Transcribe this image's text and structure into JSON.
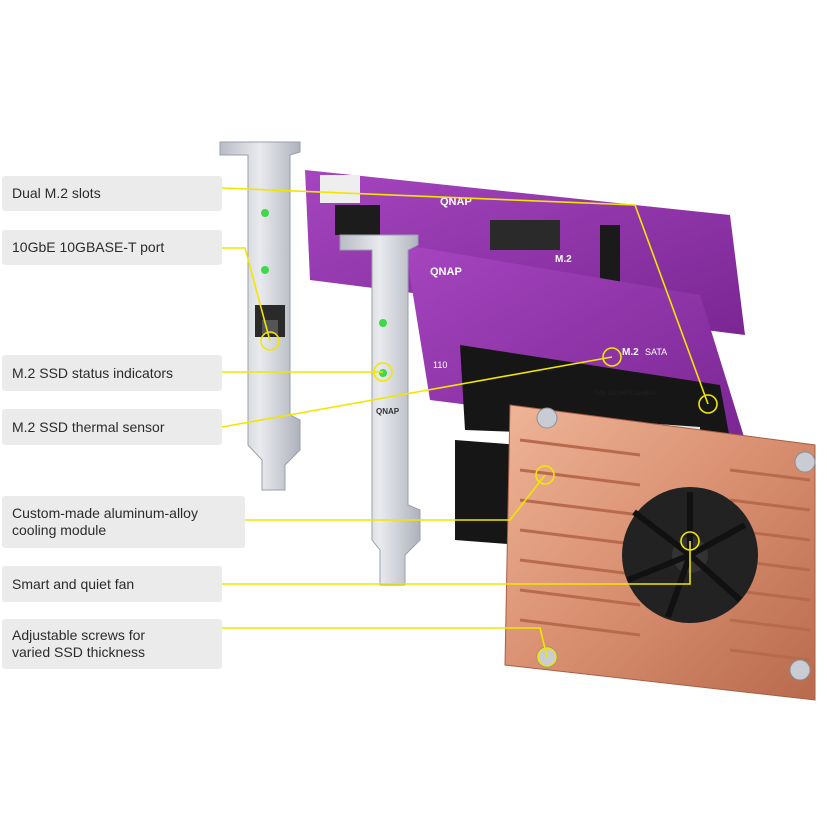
{
  "labels": {
    "dual_m2_slots": "Dual M.2 slots",
    "port_10gbe": "10GbE 10GBASE-T port",
    "status_indicators": "M.2 SSD status indicators",
    "thermal_sensor": "M.2 SSD thermal sensor",
    "cooling_module": "Custom-made aluminum-alloy\ncooling module",
    "fan": "Smart and quiet fan",
    "screws": "Adjustable screws for\nvaried SSD thickness"
  },
  "product": {
    "brand": "QNAP",
    "slot_label": "M.2",
    "sata_label": "SATA",
    "length_marker": "110",
    "ssd_label": "P/N: MZVKP512HMLP"
  },
  "colors": {
    "pcb": "#8a2fa3",
    "bracket": "#c9ccd3",
    "heatsink": "#d88f70",
    "callout_line": "#f2e600",
    "label_bg": "#ebebeb"
  }
}
